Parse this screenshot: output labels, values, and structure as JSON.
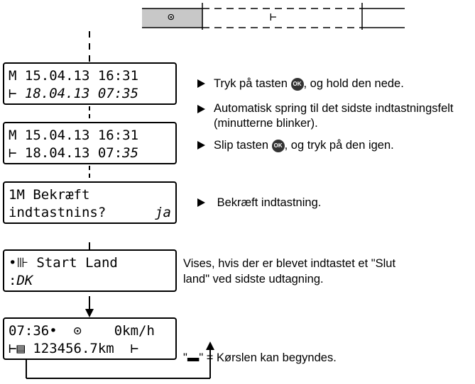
{
  "timeline": {
    "segment_rest_symbol": "⊙",
    "segment_work_symbol": "⊢"
  },
  "displays": [
    {
      "line1": "M 15.04.13 16:31",
      "line2": "⊢ 18.04.13 07:35",
      "line2_right": ""
    },
    {
      "line1": "M 15.04.13 16:31",
      "line2": "⊢ 18.04.13 07:",
      "line2_right": "35"
    },
    {
      "line1": "1M Bekræft",
      "line2": "indtastnins?",
      "line2_right": "ja"
    },
    {
      "line1": "•⊪ Start Land",
      "line2": ":",
      "line2_right_italic": "DK"
    },
    {
      "line1": "07:36•  ⊙    0km/h",
      "line2": "⊢▤ 123456.7km  ⊢",
      "line2_right": ""
    }
  ],
  "instructions": [
    {
      "text_before": "Tryk på tasten ",
      "badge": "OK",
      "text_after": ", og hold den nede."
    },
    {
      "text": "Automatisk spring til det sidste indtastningsfelt (minutterne blinker)."
    },
    {
      "text_before": "Slip tasten ",
      "badge": "OK",
      "text_after": ", og tryk på den igen."
    },
    {
      "text": " Bekræft indtastning."
    }
  ],
  "vises_text": "Vises, hvis der er blevet indtastet et \"Slut land\" ved sidste udtagning.",
  "vises_line1": "Vises, hvis der er blevet indtastet et \"Slut",
  "vises_line2": "land\" ved sidste udtagning.",
  "final_note": "\"▬\" = Kørslen kan begyndes."
}
